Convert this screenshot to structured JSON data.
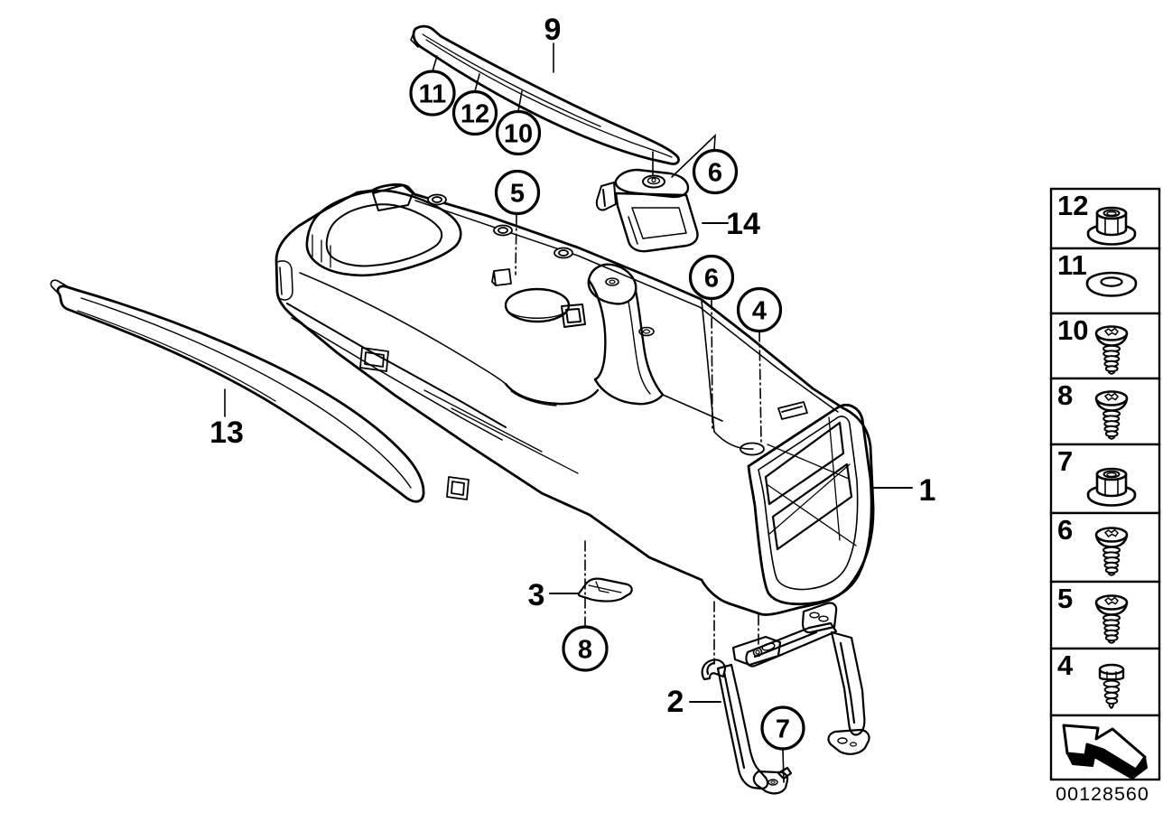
{
  "diagram_title_note": "exploded parts diagram, centre console",
  "callouts": {
    "c11": "11",
    "c12": "12",
    "c10": "10",
    "c5": "5",
    "c6_upper": "6",
    "c6_lower": "6",
    "c4": "4",
    "c8": "8",
    "c7": "7"
  },
  "part_labels": {
    "p9": "9",
    "p14": "14",
    "p1": "1",
    "p13": "13",
    "p3": "3",
    "p2": "2"
  },
  "legend": {
    "items": [
      {
        "label": "12",
        "icon": "flange-nut-icon"
      },
      {
        "label": "11",
        "icon": "washer-icon"
      },
      {
        "label": "10",
        "icon": "torx-screw-icon"
      },
      {
        "label": "8",
        "icon": "torx-screw-icon"
      },
      {
        "label": "7",
        "icon": "flange-nut-icon"
      },
      {
        "label": "6",
        "icon": "torx-screw-icon"
      },
      {
        "label": "5",
        "icon": "torx-screw-icon"
      },
      {
        "label": "4",
        "icon": "hex-bolt-icon"
      }
    ],
    "direction_arrow_icon": "direction-arrow-icon"
  },
  "footer": {
    "drawing_number": "00128560"
  },
  "colors": {
    "line": "#000000",
    "background": "#ffffff"
  }
}
